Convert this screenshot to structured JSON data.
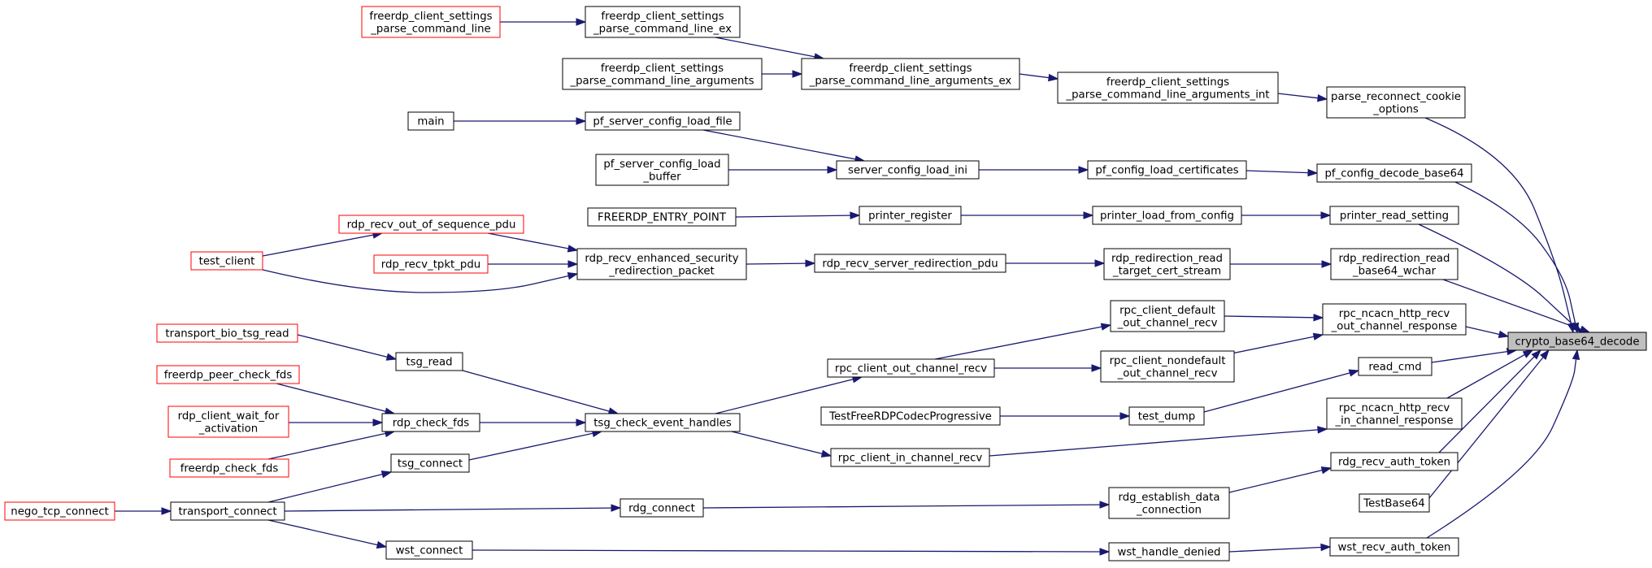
{
  "colors": {
    "edge": "#191970",
    "node_border": "#000000",
    "node_external_border": "#ff0000",
    "node_root_fill": "#bfbfbf",
    "node_fill": "#ffffff"
  },
  "nodes": [
    {
      "id": "crypto_base64_decode",
      "lines": [
        "crypto_base64_decode"
      ],
      "style": "root"
    },
    {
      "id": "parse_reconnect_cookie_options",
      "lines": [
        "parse_reconnect_cookie",
        "_options"
      ],
      "style": "normal"
    },
    {
      "id": "pf_config_decode_base64",
      "lines": [
        "pf_config_decode_base64"
      ],
      "style": "normal"
    },
    {
      "id": "printer_read_setting",
      "lines": [
        "printer_read_setting"
      ],
      "style": "normal"
    },
    {
      "id": "rdp_redirection_read_base64_wchar",
      "lines": [
        "rdp_redirection_read",
        "_base64_wchar"
      ],
      "style": "normal"
    },
    {
      "id": "rpc_ncacn_http_recv_out_channel_response",
      "lines": [
        "rpc_ncacn_http_recv",
        "_out_channel_response"
      ],
      "style": "normal"
    },
    {
      "id": "read_cmd",
      "lines": [
        "read_cmd"
      ],
      "style": "normal"
    },
    {
      "id": "rpc_ncacn_http_recv_in_channel_response",
      "lines": [
        "rpc_ncacn_http_recv",
        "_in_channel_response"
      ],
      "style": "normal"
    },
    {
      "id": "rdg_recv_auth_token",
      "lines": [
        "rdg_recv_auth_token"
      ],
      "style": "normal"
    },
    {
      "id": "TestBase64",
      "lines": [
        "TestBase64"
      ],
      "style": "normal"
    },
    {
      "id": "wst_recv_auth_token",
      "lines": [
        "wst_recv_auth_token"
      ],
      "style": "normal"
    },
    {
      "id": "fcs_parse_int",
      "lines": [
        "freerdp_client_settings",
        "_parse_command_line_arguments_int"
      ],
      "style": "normal"
    },
    {
      "id": "pf_config_load_certificates",
      "lines": [
        "pf_config_load_certificates"
      ],
      "style": "normal"
    },
    {
      "id": "printer_load_from_config",
      "lines": [
        "printer_load_from_config"
      ],
      "style": "normal"
    },
    {
      "id": "rdp_redirection_read_target_cert_stream",
      "lines": [
        "rdp_redirection_read",
        "_target_cert_stream"
      ],
      "style": "normal"
    },
    {
      "id": "rpc_client_default_out_channel_recv",
      "lines": [
        "rpc_client_default",
        "_out_channel_recv"
      ],
      "style": "normal"
    },
    {
      "id": "rpc_client_nondefault_out_channel_recv",
      "lines": [
        "rpc_client_nondefault",
        "_out_channel_recv"
      ],
      "style": "normal"
    },
    {
      "id": "test_dump",
      "lines": [
        "test_dump"
      ],
      "style": "normal"
    },
    {
      "id": "rdg_establish_data_connection",
      "lines": [
        "rdg_establish_data",
        "_connection"
      ],
      "style": "normal"
    },
    {
      "id": "wst_handle_denied",
      "lines": [
        "wst_handle_denied"
      ],
      "style": "normal"
    },
    {
      "id": "fcs_parse_ex",
      "lines": [
        "freerdp_client_settings",
        "_parse_command_line_arguments_ex"
      ],
      "style": "normal"
    },
    {
      "id": "server_config_load_ini",
      "lines": [
        "server_config_load_ini"
      ],
      "style": "normal"
    },
    {
      "id": "printer_register",
      "lines": [
        "printer_register"
      ],
      "style": "normal"
    },
    {
      "id": "rdp_recv_server_redirection_pdu",
      "lines": [
        "rdp_recv_server_redirection_pdu"
      ],
      "style": "normal"
    },
    {
      "id": "rpc_client_out_channel_recv",
      "lines": [
        "rpc_client_out_channel_recv"
      ],
      "style": "normal"
    },
    {
      "id": "TestFreeRDPCodecProgressive",
      "lines": [
        "TestFreeRDPCodecProgressive"
      ],
      "style": "normal"
    },
    {
      "id": "rpc_client_in_channel_recv",
      "lines": [
        "rpc_client_in_channel_recv"
      ],
      "style": "normal"
    },
    {
      "id": "fcs_parse_cmdline_ex",
      "lines": [
        "freerdp_client_settings",
        "_parse_command_line_ex"
      ],
      "style": "normal"
    },
    {
      "id": "fcs_parse_cmdline_arguments",
      "lines": [
        "freerdp_client_settings",
        "_parse_command_line_arguments"
      ],
      "style": "normal"
    },
    {
      "id": "pf_server_config_load_file",
      "lines": [
        "pf_server_config_load_file"
      ],
      "style": "normal"
    },
    {
      "id": "pf_server_config_load_buffer",
      "lines": [
        "pf_server_config_load",
        "_buffer"
      ],
      "style": "normal"
    },
    {
      "id": "FREERDP_ENTRY_POINT",
      "lines": [
        "FREERDP_ENTRY_POINT"
      ],
      "style": "normal"
    },
    {
      "id": "rdp_recv_enhanced_security_redirection_packet",
      "lines": [
        "rdp_recv_enhanced_security",
        "_redirection_packet"
      ],
      "style": "normal"
    },
    {
      "id": "tsg_check_event_handles",
      "lines": [
        "tsg_check_event_handles"
      ],
      "style": "normal"
    },
    {
      "id": "rdg_connect",
      "lines": [
        "rdg_connect"
      ],
      "style": "normal"
    },
    {
      "id": "fcs_parse_command_line",
      "lines": [
        "freerdp_client_settings",
        "_parse_command_line"
      ],
      "style": "external"
    },
    {
      "id": "main",
      "lines": [
        "main"
      ],
      "style": "normal"
    },
    {
      "id": "rdp_recv_out_of_sequence_pdu",
      "lines": [
        "rdp_recv_out_of_sequence_pdu"
      ],
      "style": "external"
    },
    {
      "id": "rdp_recv_tpkt_pdu",
      "lines": [
        "rdp_recv_tpkt_pdu"
      ],
      "style": "external"
    },
    {
      "id": "tsg_read",
      "lines": [
        "tsg_read"
      ],
      "style": "normal"
    },
    {
      "id": "rdp_check_fds",
      "lines": [
        "rdp_check_fds"
      ],
      "style": "normal"
    },
    {
      "id": "tsg_connect",
      "lines": [
        "tsg_connect"
      ],
      "style": "normal"
    },
    {
      "id": "transport_connect",
      "lines": [
        "transport_connect"
      ],
      "style": "normal"
    },
    {
      "id": "wst_connect",
      "lines": [
        "wst_connect"
      ],
      "style": "normal"
    },
    {
      "id": "test_client",
      "lines": [
        "test_client"
      ],
      "style": "external"
    },
    {
      "id": "transport_bio_tsg_read",
      "lines": [
        "transport_bio_tsg_read"
      ],
      "style": "external"
    },
    {
      "id": "freerdp_peer_check_fds",
      "lines": [
        "freerdp_peer_check_fds"
      ],
      "style": "external"
    },
    {
      "id": "rdp_client_wait_for_activation",
      "lines": [
        "rdp_client_wait_for",
        "_activation"
      ],
      "style": "external"
    },
    {
      "id": "freerdp_check_fds",
      "lines": [
        "freerdp_check_fds"
      ],
      "style": "external"
    },
    {
      "id": "nego_tcp_connect",
      "lines": [
        "nego_tcp_connect"
      ],
      "style": "external"
    }
  ],
  "edges": [
    [
      "fcs_parse_command_line",
      "fcs_parse_cmdline_ex"
    ],
    [
      "fcs_parse_cmdline_ex",
      "fcs_parse_ex"
    ],
    [
      "fcs_parse_cmdline_arguments",
      "fcs_parse_ex"
    ],
    [
      "fcs_parse_ex",
      "fcs_parse_int"
    ],
    [
      "fcs_parse_int",
      "parse_reconnect_cookie_options"
    ],
    [
      "parse_reconnect_cookie_options",
      "crypto_base64_decode"
    ],
    [
      "main",
      "pf_server_config_load_file"
    ],
    [
      "pf_server_config_load_file",
      "server_config_load_ini"
    ],
    [
      "pf_server_config_load_buffer",
      "server_config_load_ini"
    ],
    [
      "server_config_load_ini",
      "pf_config_load_certificates"
    ],
    [
      "pf_config_load_certificates",
      "pf_config_decode_base64"
    ],
    [
      "pf_config_decode_base64",
      "crypto_base64_decode"
    ],
    [
      "FREERDP_ENTRY_POINT",
      "printer_register"
    ],
    [
      "printer_register",
      "printer_load_from_config"
    ],
    [
      "printer_load_from_config",
      "printer_read_setting"
    ],
    [
      "printer_read_setting",
      "crypto_base64_decode"
    ],
    [
      "test_client",
      "rdp_recv_out_of_sequence_pdu"
    ],
    [
      "test_client",
      "rdp_recv_enhanced_security_redirection_packet"
    ],
    [
      "rdp_recv_out_of_sequence_pdu",
      "rdp_recv_enhanced_security_redirection_packet"
    ],
    [
      "rdp_recv_tpkt_pdu",
      "rdp_recv_enhanced_security_redirection_packet"
    ],
    [
      "rdp_recv_enhanced_security_redirection_packet",
      "rdp_recv_server_redirection_pdu"
    ],
    [
      "rdp_recv_server_redirection_pdu",
      "rdp_redirection_read_target_cert_stream"
    ],
    [
      "rdp_redirection_read_target_cert_stream",
      "rdp_redirection_read_base64_wchar"
    ],
    [
      "rdp_redirection_read_base64_wchar",
      "crypto_base64_decode"
    ],
    [
      "rpc_client_out_channel_recv",
      "rpc_client_default_out_channel_recv"
    ],
    [
      "rpc_client_out_channel_recv",
      "rpc_client_nondefault_out_channel_recv"
    ],
    [
      "rpc_client_default_out_channel_recv",
      "rpc_ncacn_http_recv_out_channel_response"
    ],
    [
      "rpc_client_nondefault_out_channel_recv",
      "rpc_ncacn_http_recv_out_channel_response"
    ],
    [
      "rpc_ncacn_http_recv_out_channel_response",
      "crypto_base64_decode"
    ],
    [
      "transport_bio_tsg_read",
      "tsg_read"
    ],
    [
      "tsg_read",
      "tsg_check_event_handles"
    ],
    [
      "freerdp_peer_check_fds",
      "rdp_check_fds"
    ],
    [
      "rdp_client_wait_for_activation",
      "rdp_check_fds"
    ],
    [
      "freerdp_check_fds",
      "rdp_check_fds"
    ],
    [
      "rdp_check_fds",
      "tsg_check_event_handles"
    ],
    [
      "tsg_connect",
      "tsg_check_event_handles"
    ],
    [
      "tsg_check_event_handles",
      "rpc_client_out_channel_recv"
    ],
    [
      "tsg_check_event_handles",
      "rpc_client_in_channel_recv"
    ],
    [
      "TestFreeRDPCodecProgressive",
      "test_dump"
    ],
    [
      "test_dump",
      "read_cmd"
    ],
    [
      "read_cmd",
      "crypto_base64_decode"
    ],
    [
      "rpc_client_in_channel_recv",
      "rpc_ncacn_http_recv_in_channel_response"
    ],
    [
      "rpc_ncacn_http_recv_in_channel_response",
      "crypto_base64_decode"
    ],
    [
      "nego_tcp_connect",
      "transport_connect"
    ],
    [
      "transport_connect",
      "tsg_connect"
    ],
    [
      "transport_connect",
      "rdg_connect"
    ],
    [
      "transport_connect",
      "wst_connect"
    ],
    [
      "rdg_connect",
      "rdg_establish_data_connection"
    ],
    [
      "rdg_establish_data_connection",
      "rdg_recv_auth_token"
    ],
    [
      "rdg_recv_auth_token",
      "crypto_base64_decode"
    ],
    [
      "TestBase64",
      "crypto_base64_decode"
    ],
    [
      "wst_connect",
      "wst_handle_denied"
    ],
    [
      "wst_handle_denied",
      "wst_recv_auth_token"
    ],
    [
      "wst_recv_auth_token",
      "crypto_base64_decode"
    ]
  ]
}
